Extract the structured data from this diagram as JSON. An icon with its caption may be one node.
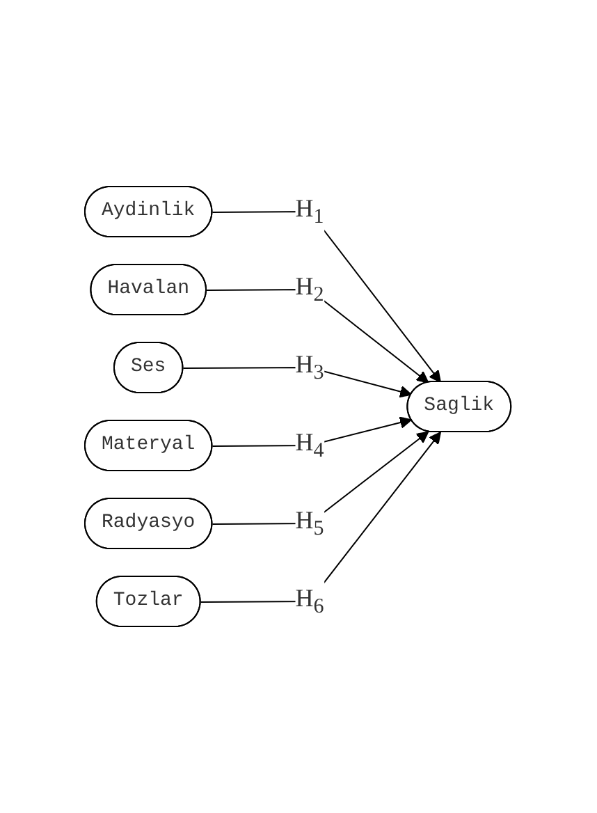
{
  "diagram": {
    "nodes": [
      {
        "text": [
          "Aydinlik"
        ]
      },
      {
        "text": [
          "Havalan"
        ]
      },
      {
        "text": [
          "Ses"
        ]
      },
      {
        "text": [
          "Materyal"
        ]
      },
      {
        "text": [
          "Radyasyo"
        ]
      },
      {
        "text": [
          "Tozlar"
        ]
      },
      {
        "text": [
          "Saglik"
        ]
      }
    ],
    "edges": [
      {
        "from": 0,
        "to": 6,
        "arrow": "to",
        "label": "H$_{1}$"
      },
      {
        "from": 1,
        "to": 6,
        "arrow": "to",
        "label": "H$_{2}$"
      },
      {
        "from": 2,
        "to": 6,
        "arrow": "to",
        "label": "H$_{3}$"
      },
      {
        "from": 3,
        "to": 6,
        "arrow": "to",
        "label": "H$_{4}$"
      },
      {
        "from": 4,
        "to": 6,
        "arrow": "to",
        "label": "H$_{5}$"
      },
      {
        "from": 5,
        "to": 6,
        "arrow": "to",
        "label": "H$_{6}$"
      }
    ]
  }
}
